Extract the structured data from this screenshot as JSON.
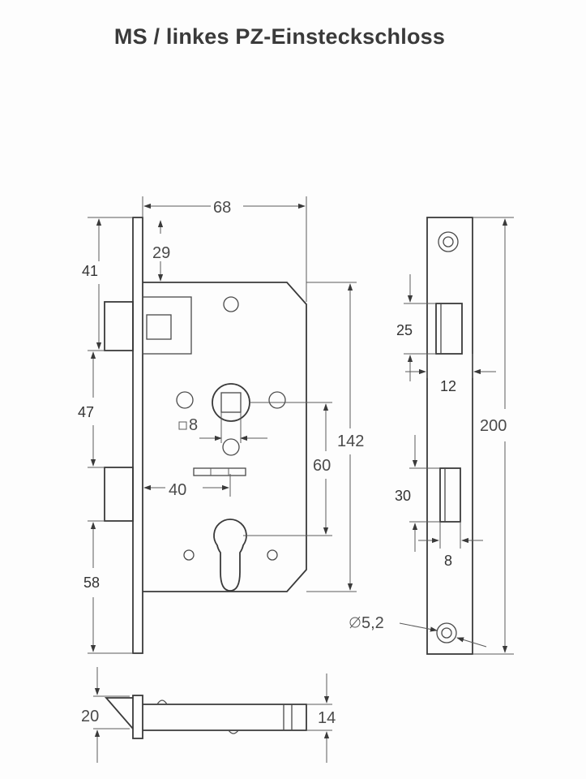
{
  "title": "MS / linkes PZ-Einsteckschloss",
  "dimensions": {
    "width_68": "68",
    "backset_29": "29",
    "latch_41": "41",
    "between_47": "47",
    "bottom_58": "58",
    "height_142": "142",
    "pz_60": "60",
    "spindle_8": "8",
    "backset_40": "40",
    "strike_25": "25",
    "strike_12": "12",
    "faceplate_200": "200",
    "bolt_30": "30",
    "bolt_8": "8",
    "hole_5_2": "5,2",
    "latch_20": "20",
    "depth_14": "14"
  },
  "symbols": {
    "square": "square-symbol",
    "diameter": "diameter-symbol"
  }
}
